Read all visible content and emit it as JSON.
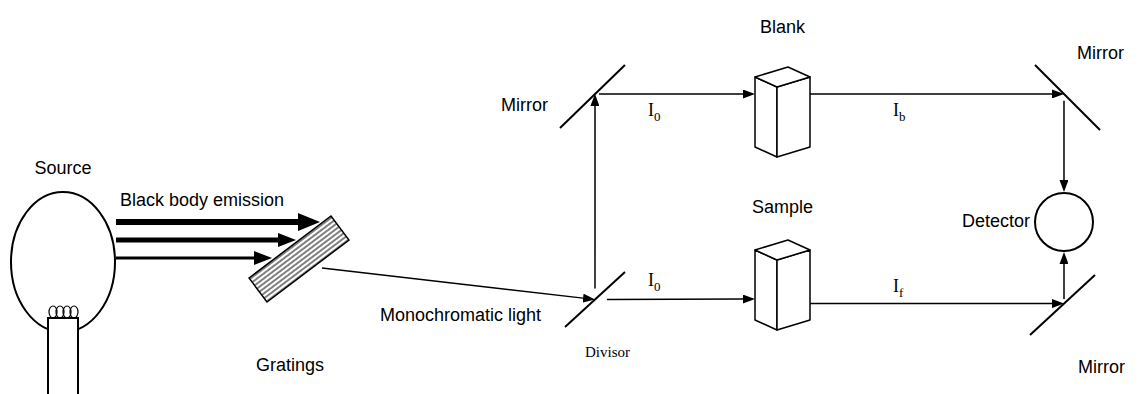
{
  "diagram": {
    "nodes": [
      {
        "text": [
          "Source"
        ]
      },
      {
        "text": [
          "Gratings"
        ]
      },
      {
        "text": [
          "Mirror"
        ]
      },
      {
        "text": [
          "Divisor"
        ]
      },
      {
        "text": [
          "Blank"
        ]
      },
      {
        "text": [
          "Sample"
        ]
      },
      {
        "text": [
          "Mirror"
        ]
      },
      {
        "text": [
          "Detector"
        ]
      },
      {
        "text": [
          "Mirror"
        ]
      }
    ],
    "edges": [
      {
        "from": 0,
        "to": 1,
        "label": "Black body emission",
        "arrow": "to"
      },
      {
        "from": 1,
        "to": 3,
        "label": "Monochromatic light",
        "arrow": "to"
      },
      {
        "from": 3,
        "to": 2,
        "arrow": "to"
      },
      {
        "from": 2,
        "to": 4,
        "label": "I0",
        "arrow": "to"
      },
      {
        "from": 3,
        "to": 5,
        "label": "I0",
        "arrow": "to"
      },
      {
        "from": 4,
        "to": 6,
        "label": "Ib",
        "arrow": "to"
      },
      {
        "from": 6,
        "to": 7,
        "arrow": "to"
      },
      {
        "from": 5,
        "to": 8,
        "label": "If",
        "arrow": "to"
      },
      {
        "from": 8,
        "to": 7,
        "arrow": "to"
      }
    ]
  }
}
